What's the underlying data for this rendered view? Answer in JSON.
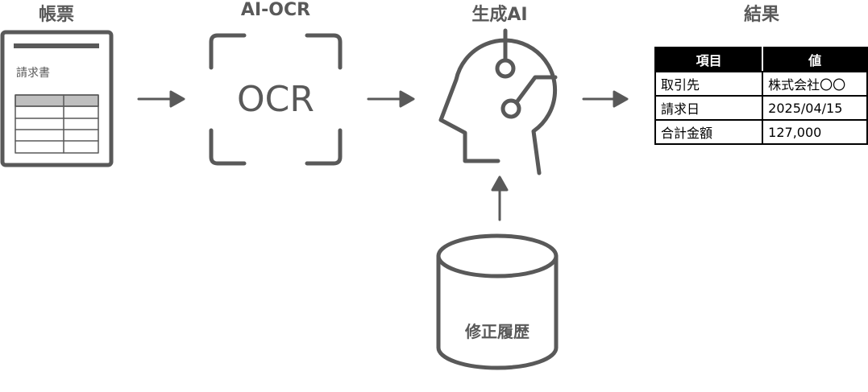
{
  "stages": {
    "form": "帳票",
    "ocr": "AI-OCR",
    "genai": "生成AI",
    "result": "結果"
  },
  "document": {
    "label": "請求書"
  },
  "ocr_icon": {
    "text": "OCR"
  },
  "database": {
    "label": "修正履歴"
  },
  "result_table": {
    "headers": [
      "項目",
      "値"
    ],
    "rows": [
      [
        "取引先",
        "株式会社〇〇"
      ],
      [
        "請求日",
        "2025/04/15"
      ],
      [
        "合計金額",
        "127,000"
      ]
    ]
  },
  "colors": {
    "icon": "#595959",
    "table": "#000000"
  }
}
